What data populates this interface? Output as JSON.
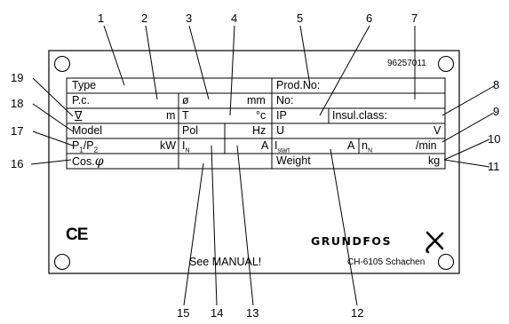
{
  "plate": {
    "serial": "96257011",
    "rows": {
      "type": "Type",
      "prod_no": "Prod.No:",
      "pc": "P.c.",
      "dia": "ø",
      "mm": "mm",
      "no": "No:",
      "head_symbol": "∇",
      "m": "m",
      "t": "T",
      "degc": "°c",
      "ip": "IP",
      "insul": "Insul.class:",
      "model": "Model",
      "pol": "Pol",
      "hz": "Hz",
      "u": "U",
      "v": "V",
      "p1p2": {
        "p": "P",
        "s1": "1",
        "slash": "/P",
        "s2": "2"
      },
      "kw": "kW",
      "in": {
        "main": "I",
        "sub": "N"
      },
      "a1": "A",
      "istart": {
        "main": "I",
        "sub": "start"
      },
      "a2": "A",
      "nn": {
        "main": "n",
        "sub": "N"
      },
      "permin": "/min",
      "cos": "Cos.",
      "phi": "φ",
      "weight": "Weight",
      "kg": "kg"
    },
    "ce_mark": "CE",
    "brand": "GRUNDFOS",
    "see_manual": "See MANUAL!",
    "address": "CH-6105 Schachen"
  },
  "callouts": [
    "1",
    "2",
    "3",
    "4",
    "5",
    "6",
    "7",
    "8",
    "9",
    "10",
    "11",
    "12",
    "13",
    "14",
    "15",
    "16",
    "17",
    "18",
    "19"
  ]
}
